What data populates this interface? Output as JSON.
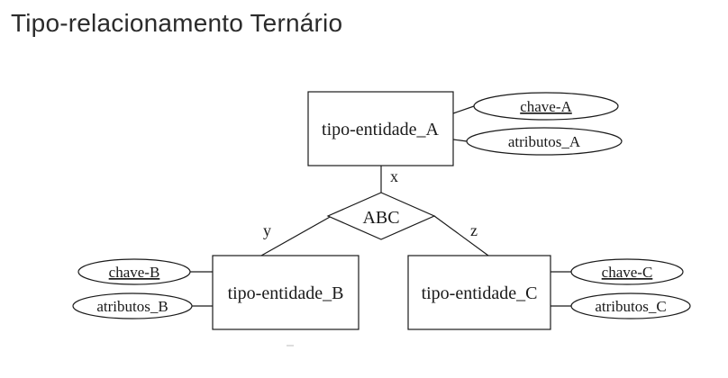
{
  "title": "Tipo-relacionamento Ternário",
  "diagram": {
    "entities": {
      "a": "tipo-entidade_A",
      "b": "tipo-entidade_B",
      "c": "tipo-entidade_C"
    },
    "relationship": "ABC",
    "roles": {
      "x": "x",
      "y": "y",
      "z": "z"
    },
    "attributes": {
      "a_key": "chave-A",
      "a_attr": "atributos_A",
      "b_key": "chave-B",
      "b_attr": "atributos_B",
      "c_key": "chave-C",
      "c_attr": "atributos_C"
    },
    "colors": {
      "stroke": "#1a1a1a",
      "title": "#2b2b2b",
      "background": "#ffffff"
    }
  }
}
